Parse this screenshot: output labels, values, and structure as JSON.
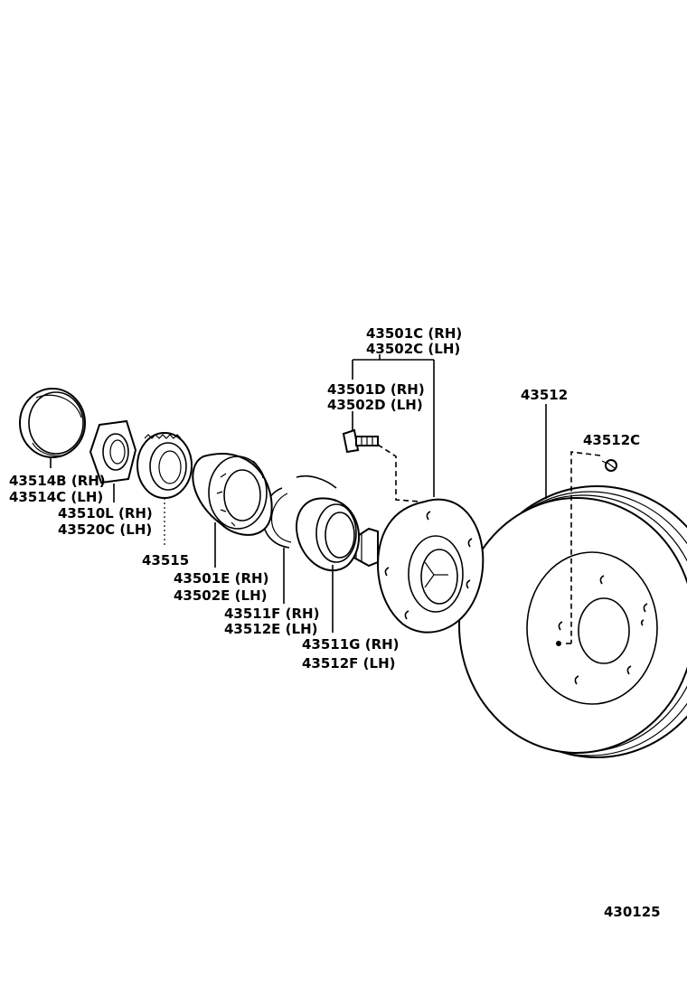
{
  "diagram_id": "430125",
  "labels": {
    "hub_bolt_assy": [
      "43501C (RH)",
      "43502C (LH)"
    ],
    "hub_bolt": [
      "43501D (RH)",
      "43502D (LH)"
    ],
    "disc": "43512",
    "disc_screw": "43512C",
    "grease_cap": [
      "43514B (RH)",
      "43514C (LH)"
    ],
    "nut_lock": [
      "43510L (RH)",
      "43520C (LH)"
    ],
    "sensor_rotor": "43515",
    "bearing": [
      "43501E (RH)",
      "43502E (LH)"
    ],
    "snap_ring": [
      "43511F (RH)",
      "43512E (LH)"
    ],
    "bearing_retainer": [
      "43511G (RH)",
      "43512F (LH)"
    ]
  }
}
